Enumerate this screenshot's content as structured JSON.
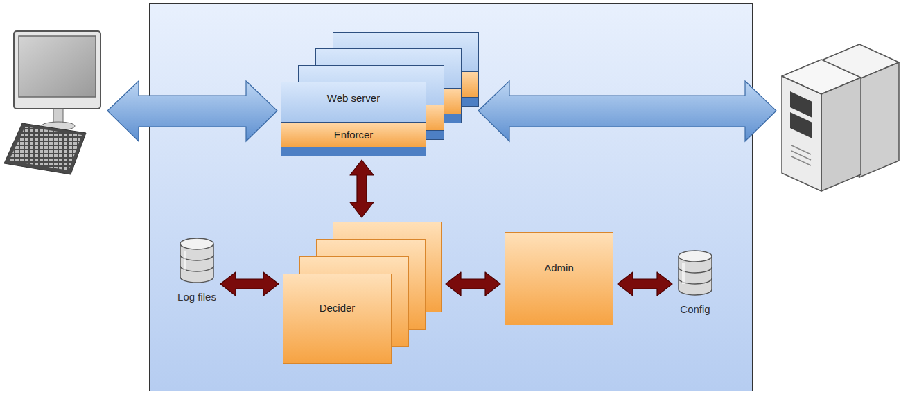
{
  "diagram": {
    "nodes": [
      {
        "text": [
          "Web server"
        ]
      },
      {
        "text": [
          "Enforcer"
        ],
        "in": 0
      },
      {
        "text": [
          "Log files"
        ]
      },
      {
        "text": [
          "Decider"
        ]
      },
      {
        "text": [
          "Admin"
        ]
      },
      {
        "text": [
          "Config"
        ]
      }
    ],
    "edges": [
      {
        "from": 0,
        "to": 3,
        "arrow": "both"
      },
      {
        "from": 2,
        "to": 3,
        "arrow": "both"
      },
      {
        "from": 3,
        "to": 4,
        "arrow": "both"
      },
      {
        "from": 4,
        "to": 5,
        "arrow": "both"
      }
    ]
  }
}
